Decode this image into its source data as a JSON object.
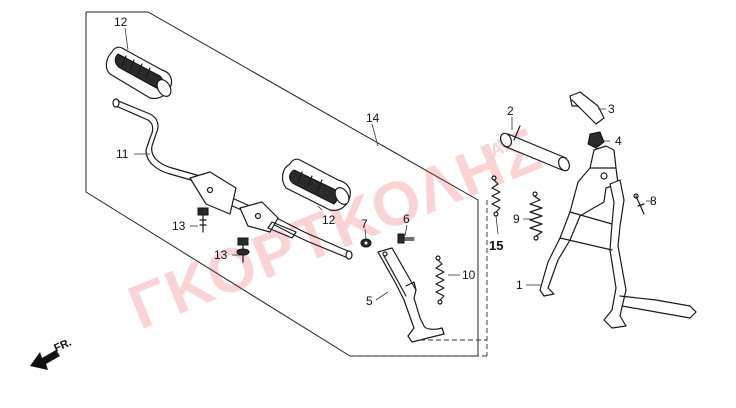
{
  "watermark": {
    "text": "ΓΚΟΡΤΚΟΛΗΣ",
    "suffix": "Α.Ε.",
    "color": "#e83a3a"
  },
  "direction_indicator": {
    "label": "FR."
  },
  "callouts": {
    "c1": "1",
    "c2": "2",
    "c3": "3",
    "c4": "4",
    "c5": "5",
    "c6": "6",
    "c7": "7",
    "c8": "8",
    "c9": "9",
    "c10": "10",
    "c11": "11",
    "c12a": "12",
    "c12b": "12",
    "c13a": "13",
    "c13b": "13",
    "c14": "14",
    "c15": "15"
  }
}
